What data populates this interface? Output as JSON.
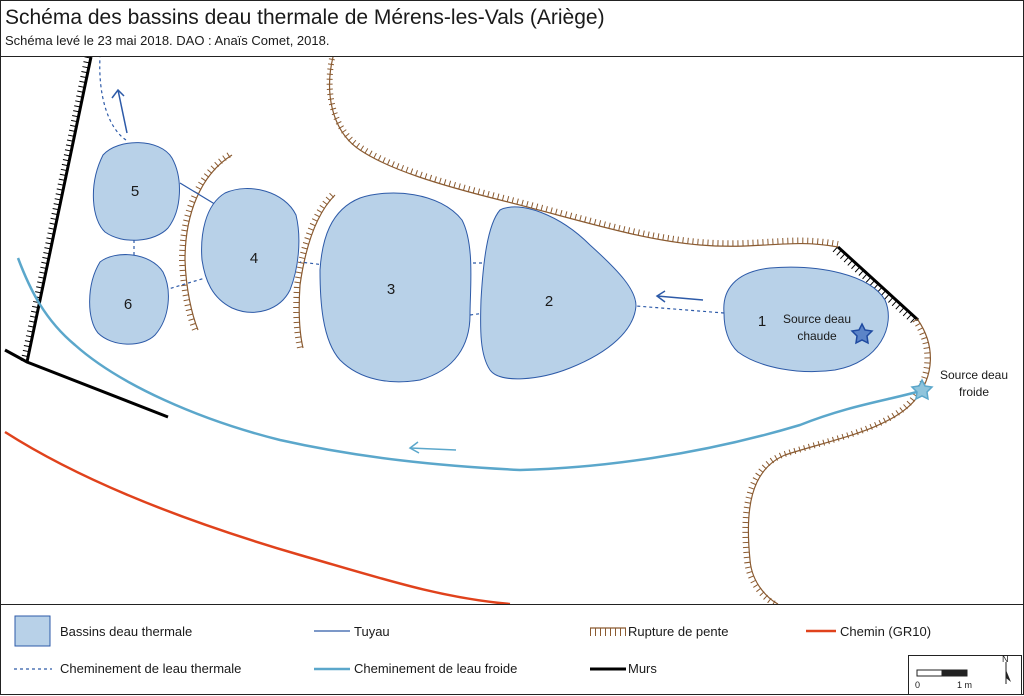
{
  "header": {
    "title": "Schéma des bassins deau thermale de Mérens-les-Vals (Ariège)",
    "subtitle": "Schéma levé le 23 mai 2018. DAO : Anaïs Comet, 2018."
  },
  "map": {
    "basins": [
      {
        "id": "1",
        "label": "1"
      },
      {
        "id": "2",
        "label": "2"
      },
      {
        "id": "3",
        "label": "3"
      },
      {
        "id": "4",
        "label": "4"
      },
      {
        "id": "5",
        "label": "5"
      },
      {
        "id": "6",
        "label": "6"
      }
    ],
    "hot_spring": {
      "line1": "Source deau",
      "line2": "chaude"
    },
    "cold_spring": {
      "line1": "Source deau",
      "line2": "froide"
    }
  },
  "legend": {
    "items": [
      {
        "key": "basins",
        "label": "Bassins deau thermale"
      },
      {
        "key": "pipe",
        "label": "Tuyau"
      },
      {
        "key": "slope",
        "label": "Rupture de pente"
      },
      {
        "key": "path",
        "label": "Chemin (GR10)"
      },
      {
        "key": "thermal_flow",
        "label": "Cheminement de leau thermale"
      },
      {
        "key": "cold_flow",
        "label": "Cheminement de leau froide"
      },
      {
        "key": "walls",
        "label": "Murs"
      }
    ],
    "scale": {
      "zero": "0",
      "one": "1 m",
      "north": "N"
    }
  },
  "colors": {
    "basin_fill": "#b8d1e8",
    "basin_stroke": "#2d5aa8",
    "pipe": "#2d5aa8",
    "cold_water": "#5ba7cb",
    "slope": "#8a5a30",
    "path": "#e0421c",
    "walls": "#000000",
    "star": "#2d5aa8"
  }
}
